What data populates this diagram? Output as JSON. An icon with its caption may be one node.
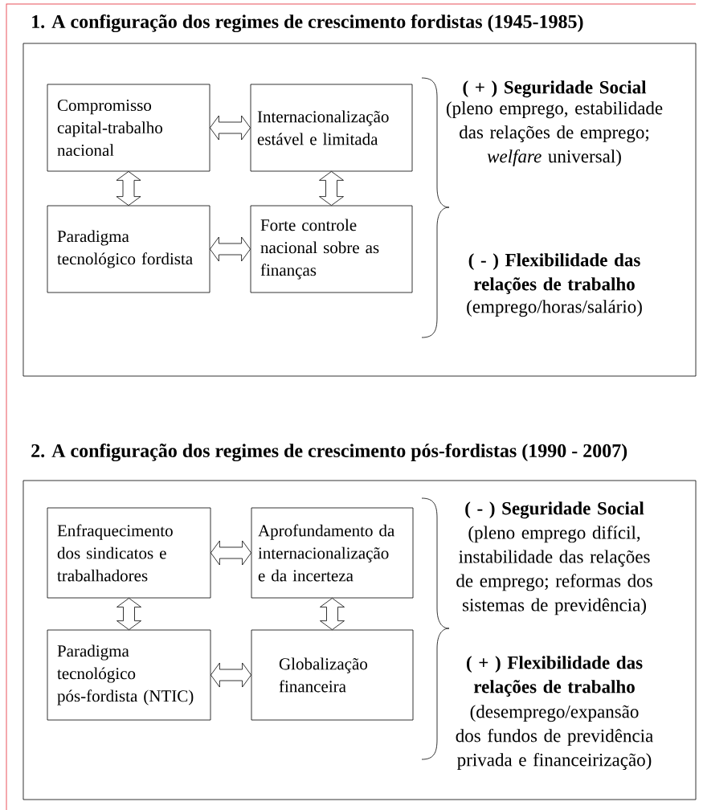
{
  "diagram": {
    "nodes": [
      {
        "text": [
          "1. A configuração dos regimes de crescimento fordistas (1945-1985)"
        ]
      },
      {
        "text": [
          "Compromisso capital-trabalho nacional"
        ],
        "in": 0
      },
      {
        "text": [
          "Internacionalização estável e limitada"
        ],
        "in": 0
      },
      {
        "text": [
          "Paradigma tecnológico fordista"
        ],
        "in": 0
      },
      {
        "text": [
          "Forte controle nacional sobre as finanças"
        ],
        "in": 0
      },
      {
        "text": [
          "2. A configuração dos regimes de crescimento pós-fordistas (1990 - 2007)"
        ]
      },
      {
        "text": [
          "Enfraquecimento dos sindicatos e trabalhadores"
        ],
        "in": 5
      },
      {
        "text": [
          "Aprofundamento da internacionalização e da incerteza"
        ],
        "in": 5
      },
      {
        "text": [
          "Paradigma tecnológico pós-fordista (NTIC)"
        ],
        "in": 5
      },
      {
        "text": [
          "Globalização financeira"
        ],
        "in": 5
      }
    ],
    "edges": [
      {
        "from": 1,
        "to": 2,
        "arrow": "both"
      },
      {
        "from": 1,
        "to": 3,
        "arrow": "both"
      },
      {
        "from": 2,
        "to": 4,
        "arrow": "both"
      },
      {
        "from": 3,
        "to": 4,
        "arrow": "both"
      },
      {
        "from": 6,
        "to": 7,
        "arrow": "both"
      },
      {
        "from": 6,
        "to": 8,
        "arrow": "both"
      },
      {
        "from": 7,
        "to": 9,
        "arrow": "both"
      },
      {
        "from": 8,
        "to": 9,
        "arrow": "both"
      }
    ],
    "labels": [
      "( + ) Seguridade Social",
      "(pleno emprego, estabilidade das relações de emprego; *welfare* universal)",
      "( - ) Flexibilidade das relações de trabalho",
      "(emprego/horas/salário)",
      "( - ) Seguridade Social",
      "(pleno emprego difícil, instabilidade das relações de emprego; reformas dos sistemas de previdência)",
      "( + ) Flexibilidade das relações de trabalho",
      "(desemprego/expansão dos fundos de previdência privada e financeirização)"
    ]
  }
}
